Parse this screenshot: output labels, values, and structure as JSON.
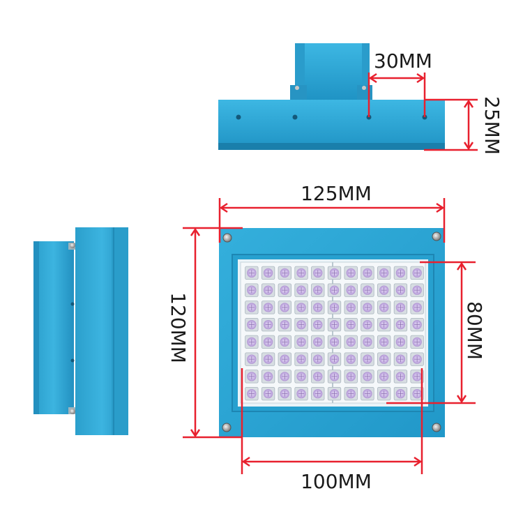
{
  "colors": {
    "housing": "#2aa6d4",
    "housing_dark": "#1b87b3",
    "dimension_line": "#e8202e",
    "led_glow": "#b58ad6",
    "glass": "#e9f3f8"
  },
  "icons": [
    "screw-icon",
    "led-chip-icon"
  ],
  "dimensions": {
    "top_spacing": "30MM",
    "top_height": "25MM",
    "front_width": "125MM",
    "front_height": "120MM",
    "window_height": "80MM",
    "window_width": "100MM"
  },
  "led_array": {
    "rows": 8,
    "columns": 11
  }
}
